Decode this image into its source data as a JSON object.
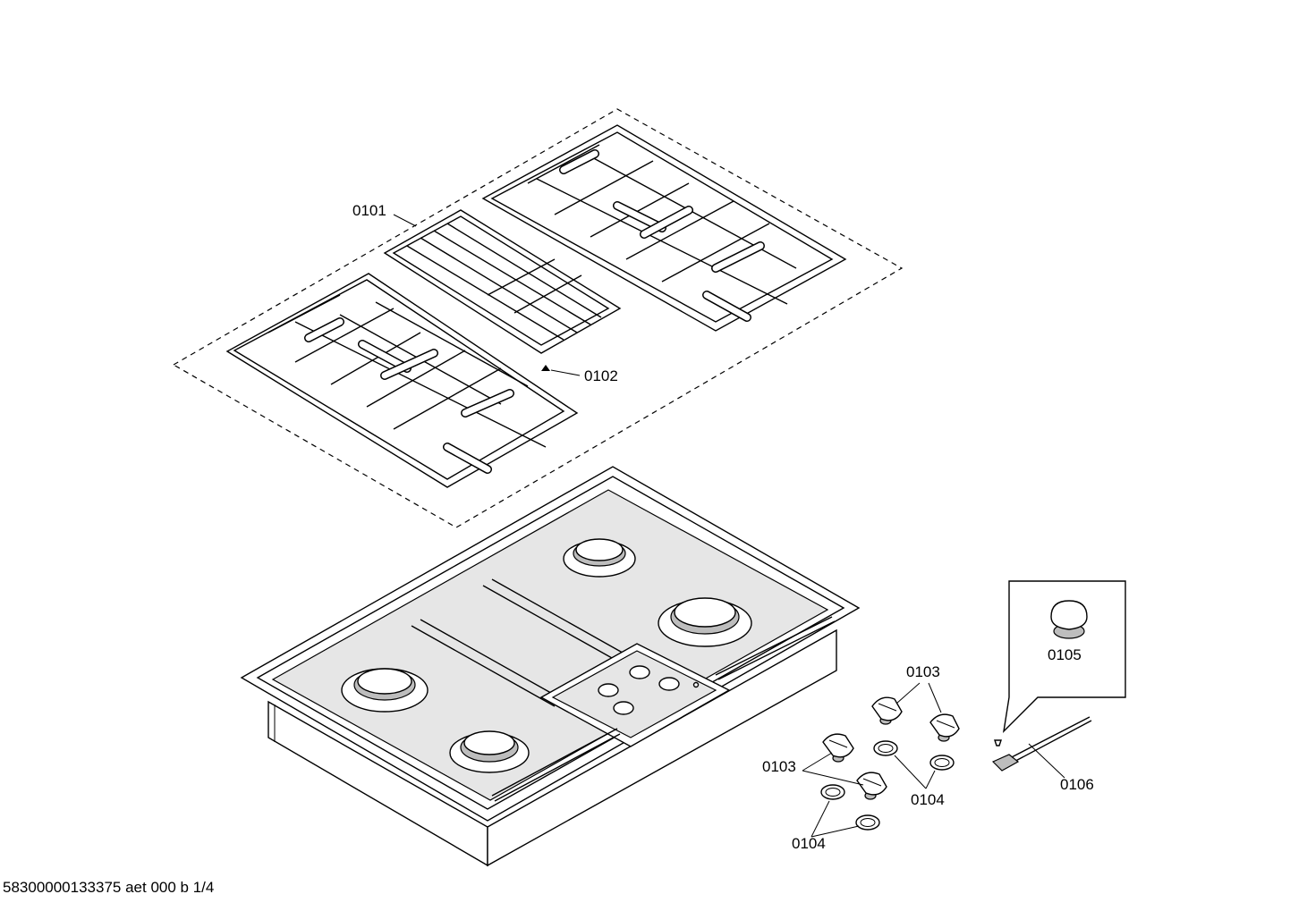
{
  "labels": {
    "p0101": "0101",
    "p0102": "0102",
    "p0103_a": "0103",
    "p0103_b": "0103",
    "p0104_a": "0104",
    "p0104_b": "0104",
    "p0105": "0105",
    "p0106": "0106"
  },
  "footer": {
    "doc_id": "58300000133375 aet 000 b 1/4"
  }
}
